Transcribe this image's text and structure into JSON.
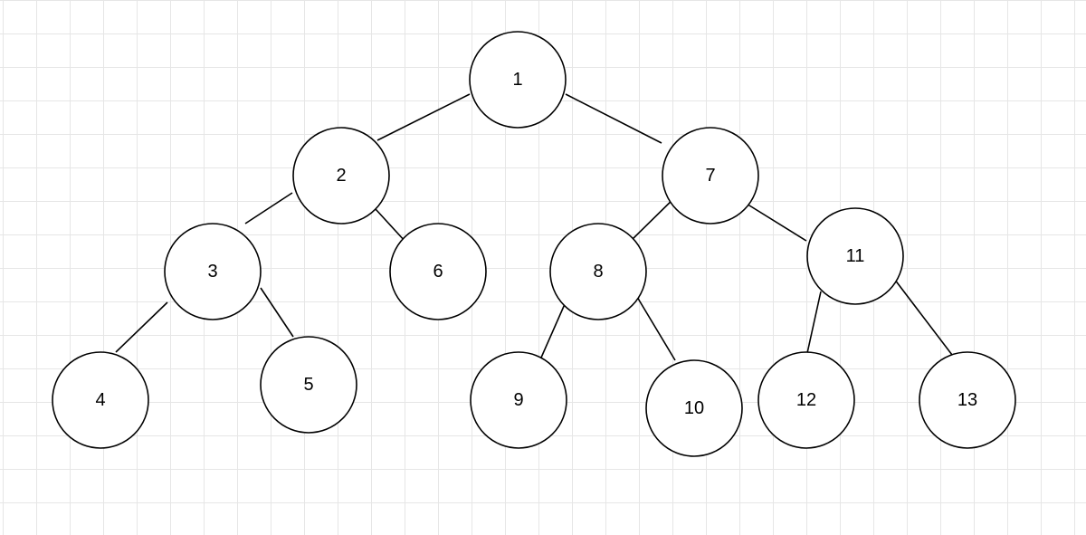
{
  "diagram": {
    "type": "tree",
    "nodes": [
      {
        "id": "n1",
        "label": "1"
      },
      {
        "id": "n2",
        "label": "2"
      },
      {
        "id": "n3",
        "label": "3"
      },
      {
        "id": "n4",
        "label": "4"
      },
      {
        "id": "n5",
        "label": "5"
      },
      {
        "id": "n6",
        "label": "6"
      },
      {
        "id": "n7",
        "label": "7"
      },
      {
        "id": "n8",
        "label": "8"
      },
      {
        "id": "n9",
        "label": "9"
      },
      {
        "id": "n10",
        "label": "10"
      },
      {
        "id": "n11",
        "label": "11"
      },
      {
        "id": "n12",
        "label": "12"
      },
      {
        "id": "n13",
        "label": "13"
      }
    ],
    "edges": [
      {
        "from": "n1",
        "to": "n2"
      },
      {
        "from": "n1",
        "to": "n7"
      },
      {
        "from": "n2",
        "to": "n3"
      },
      {
        "from": "n2",
        "to": "n6"
      },
      {
        "from": "n3",
        "to": "n4"
      },
      {
        "from": "n3",
        "to": "n5"
      },
      {
        "from": "n7",
        "to": "n8"
      },
      {
        "from": "n7",
        "to": "n11"
      },
      {
        "from": "n8",
        "to": "n9"
      },
      {
        "from": "n8",
        "to": "n10"
      },
      {
        "from": "n11",
        "to": "n12"
      },
      {
        "from": "n11",
        "to": "n13"
      }
    ]
  }
}
